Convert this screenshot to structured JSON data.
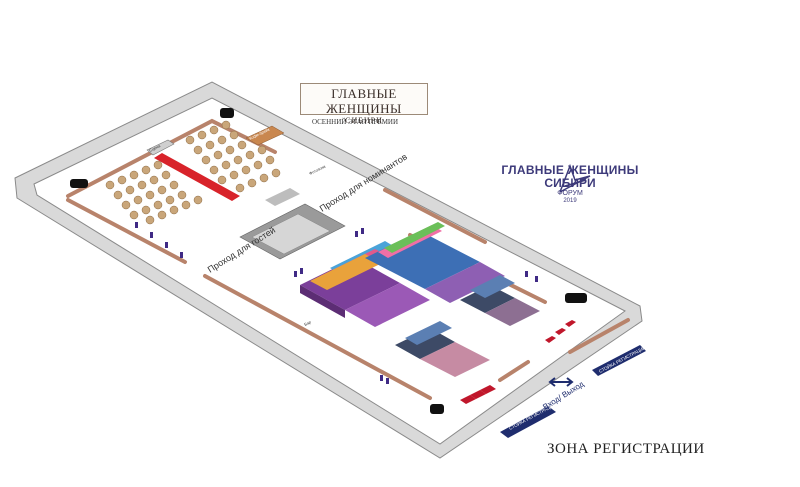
{
  "brand": {
    "logo_line1": "ГЛАВНЫЕ ЖЕНЩИНЫ",
    "logo_line2": "СИБИРИ",
    "subtitle": "ОСЕННИЙ ЭТАП ПРЕМИИ"
  },
  "forum_logo": {
    "line1": "ГЛАВНЫЕ ЖЕНЩИНЫ",
    "line2": "СИБИРИ",
    "line3": "ФОРУМ",
    "year": "2019"
  },
  "labels": {
    "nominee_passage": "Проход для номинантов",
    "guest_passage": "Проход для гостей",
    "registration_zone": "ЗОНА РЕГИСТРАЦИИ",
    "exit": "Вход/ Выход",
    "reg_stand_1": "СТОЙКА РЕГИСТРАЦИИ",
    "reg_stand_2": "СТОЙКА РЕГИСТРАЦИИ",
    "stage": "Сцена",
    "bar": "Кофе-брейк",
    "bar2": "Бар",
    "photozone": "Фотозона"
  },
  "colors": {
    "wall": "#8a8a8a",
    "floor": "#ffffff",
    "carpet": "#d8232a",
    "table": "#c9a67a",
    "trim": "#b8836b",
    "reg_stand": "#1f2d6e"
  },
  "icons": [
    "car-icon",
    "star-logo-icon",
    "arrow-left-right-icon",
    "gift-icon",
    "flag-icon"
  ]
}
